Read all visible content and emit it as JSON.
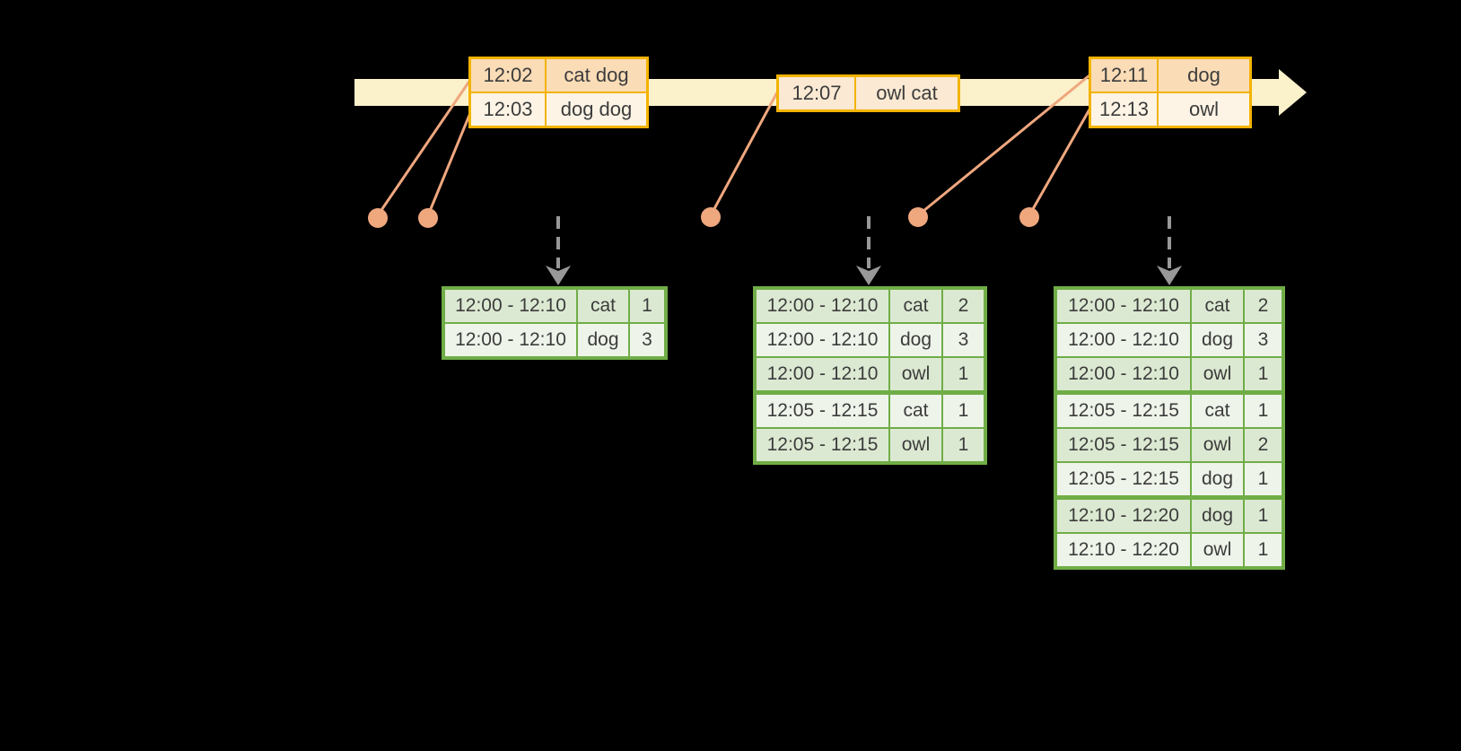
{
  "colors": {
    "background": "#000000",
    "timeline_fill": "#FBF1CB",
    "event_table_border": "#F3B300",
    "event_row_peach": "#FADCB7",
    "event_row_cream": "#FDF4E5",
    "connector_salmon": "#EFA77E",
    "result_table_border": "#70AD47",
    "result_row_green": "#DCE9D2",
    "result_row_light": "#EEF4EA",
    "trigger_arrow_gray": "#989898",
    "text": "#3C3C3C"
  },
  "event_tables": [
    {
      "rows": [
        {
          "time": "12:02",
          "words": "cat dog"
        },
        {
          "time": "12:03",
          "words": "dog dog"
        }
      ]
    },
    {
      "rows": [
        {
          "time": "12:07",
          "words": "owl cat"
        }
      ]
    },
    {
      "rows": [
        {
          "time": "12:11",
          "words": "dog"
        },
        {
          "time": "12:13",
          "words": "owl"
        }
      ]
    }
  ],
  "result_tables": [
    {
      "rows": [
        {
          "window": "12:00 - 12:10",
          "word": "cat",
          "count": "1"
        },
        {
          "window": "12:00 - 12:10",
          "word": "dog",
          "count": "3"
        }
      ]
    },
    {
      "rows": [
        {
          "window": "12:00 - 12:10",
          "word": "cat",
          "count": "2"
        },
        {
          "window": "12:00 - 12:10",
          "word": "dog",
          "count": "3"
        },
        {
          "window": "12:00 - 12:10",
          "word": "owl",
          "count": "1"
        },
        {
          "window": "12:05 - 12:15",
          "word": "cat",
          "count": "1"
        },
        {
          "window": "12:05 - 12:15",
          "word": "owl",
          "count": "1"
        }
      ]
    },
    {
      "rows": [
        {
          "window": "12:00 - 12:10",
          "word": "cat",
          "count": "2"
        },
        {
          "window": "12:00 - 12:10",
          "word": "dog",
          "count": "3"
        },
        {
          "window": "12:00 - 12:10",
          "word": "owl",
          "count": "1"
        },
        {
          "window": "12:05 - 12:15",
          "word": "cat",
          "count": "1"
        },
        {
          "window": "12:05 - 12:15",
          "word": "owl",
          "count": "2"
        },
        {
          "window": "12:05 - 12:15",
          "word": "dog",
          "count": "1"
        },
        {
          "window": "12:10 - 12:20",
          "word": "dog",
          "count": "1"
        },
        {
          "window": "12:10 - 12:20",
          "word": "owl",
          "count": "1"
        }
      ]
    }
  ]
}
